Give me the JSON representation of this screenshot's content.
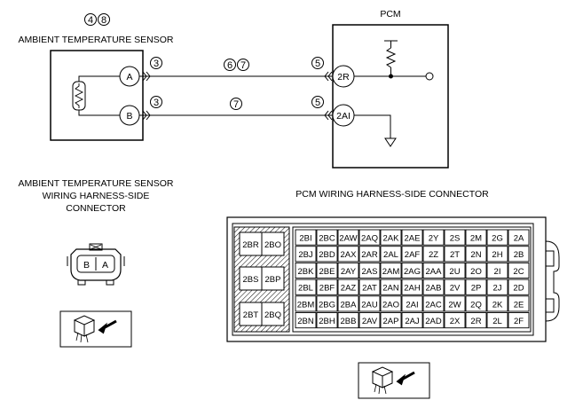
{
  "diagram": {
    "callout_top_sensor": [
      "4",
      "8"
    ],
    "sensor_title": "AMBIENT TEMPERATURE SENSOR",
    "pcm_title": "PCM",
    "sensor_pins": [
      "A",
      "B"
    ],
    "pcm_pins": [
      "2R",
      "2AI"
    ],
    "wire_callouts": {
      "top_left": "3",
      "top_mid": [
        "6",
        "7"
      ],
      "top_right": "5",
      "bot_left": "3",
      "bot_mid": "7",
      "bot_right": "5"
    },
    "sensor_connector_caption": [
      "AMBIENT TEMPERATURE SENSOR",
      "WIRING HARNESS-SIDE",
      "CONNECTOR"
    ],
    "sensor_connector_pins": [
      "B",
      "A"
    ],
    "pcm_connector_caption": "PCM WIRING HARNESS-SIDE CONNECTOR",
    "pcm_left_block": [
      "2BR",
      "2BO",
      "2BS",
      "2BP",
      "2BT",
      "2BQ"
    ],
    "pcm_grid": [
      [
        "2BI",
        "2BC",
        "2AW",
        "2AQ",
        "2AK",
        "2AE",
        "2Y",
        "2S",
        "2M",
        "2G",
        "2A"
      ],
      [
        "2BJ",
        "2BD",
        "2AX",
        "2AR",
        "2AL",
        "2AF",
        "2Z",
        "2T",
        "2N",
        "2H",
        "2B"
      ],
      [
        "2BK",
        "2BE",
        "2AY",
        "2AS",
        "2AM",
        "2AG",
        "2AA",
        "2U",
        "2O",
        "2I",
        "2C"
      ],
      [
        "2BL",
        "2BF",
        "2AZ",
        "2AT",
        "2AN",
        "2AH",
        "2AB",
        "2V",
        "2P",
        "2J",
        "2D"
      ],
      [
        "2BM",
        "2BG",
        "2BA",
        "2AU",
        "2AO",
        "2AI",
        "2AC",
        "2W",
        "2Q",
        "2K",
        "2E"
      ],
      [
        "2BN",
        "2BH",
        "2BB",
        "2AV",
        "2AP",
        "2AJ",
        "2AD",
        "2X",
        "2R",
        "2L",
        "2F"
      ]
    ]
  }
}
